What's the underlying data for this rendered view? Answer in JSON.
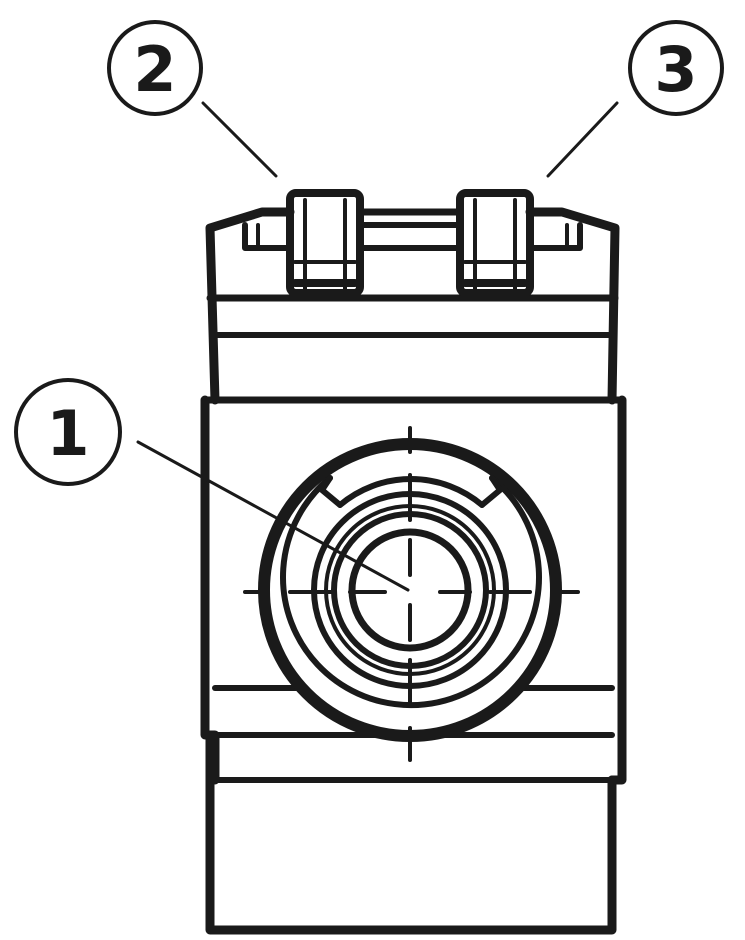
{
  "diagram": {
    "callouts": [
      {
        "label": "1",
        "target": "center-bore"
      },
      {
        "label": "2",
        "target": "left-bolt"
      },
      {
        "label": "3",
        "target": "right-bolt"
      }
    ],
    "stroke_color": "#1a1a1a",
    "background": "#ffffff"
  }
}
